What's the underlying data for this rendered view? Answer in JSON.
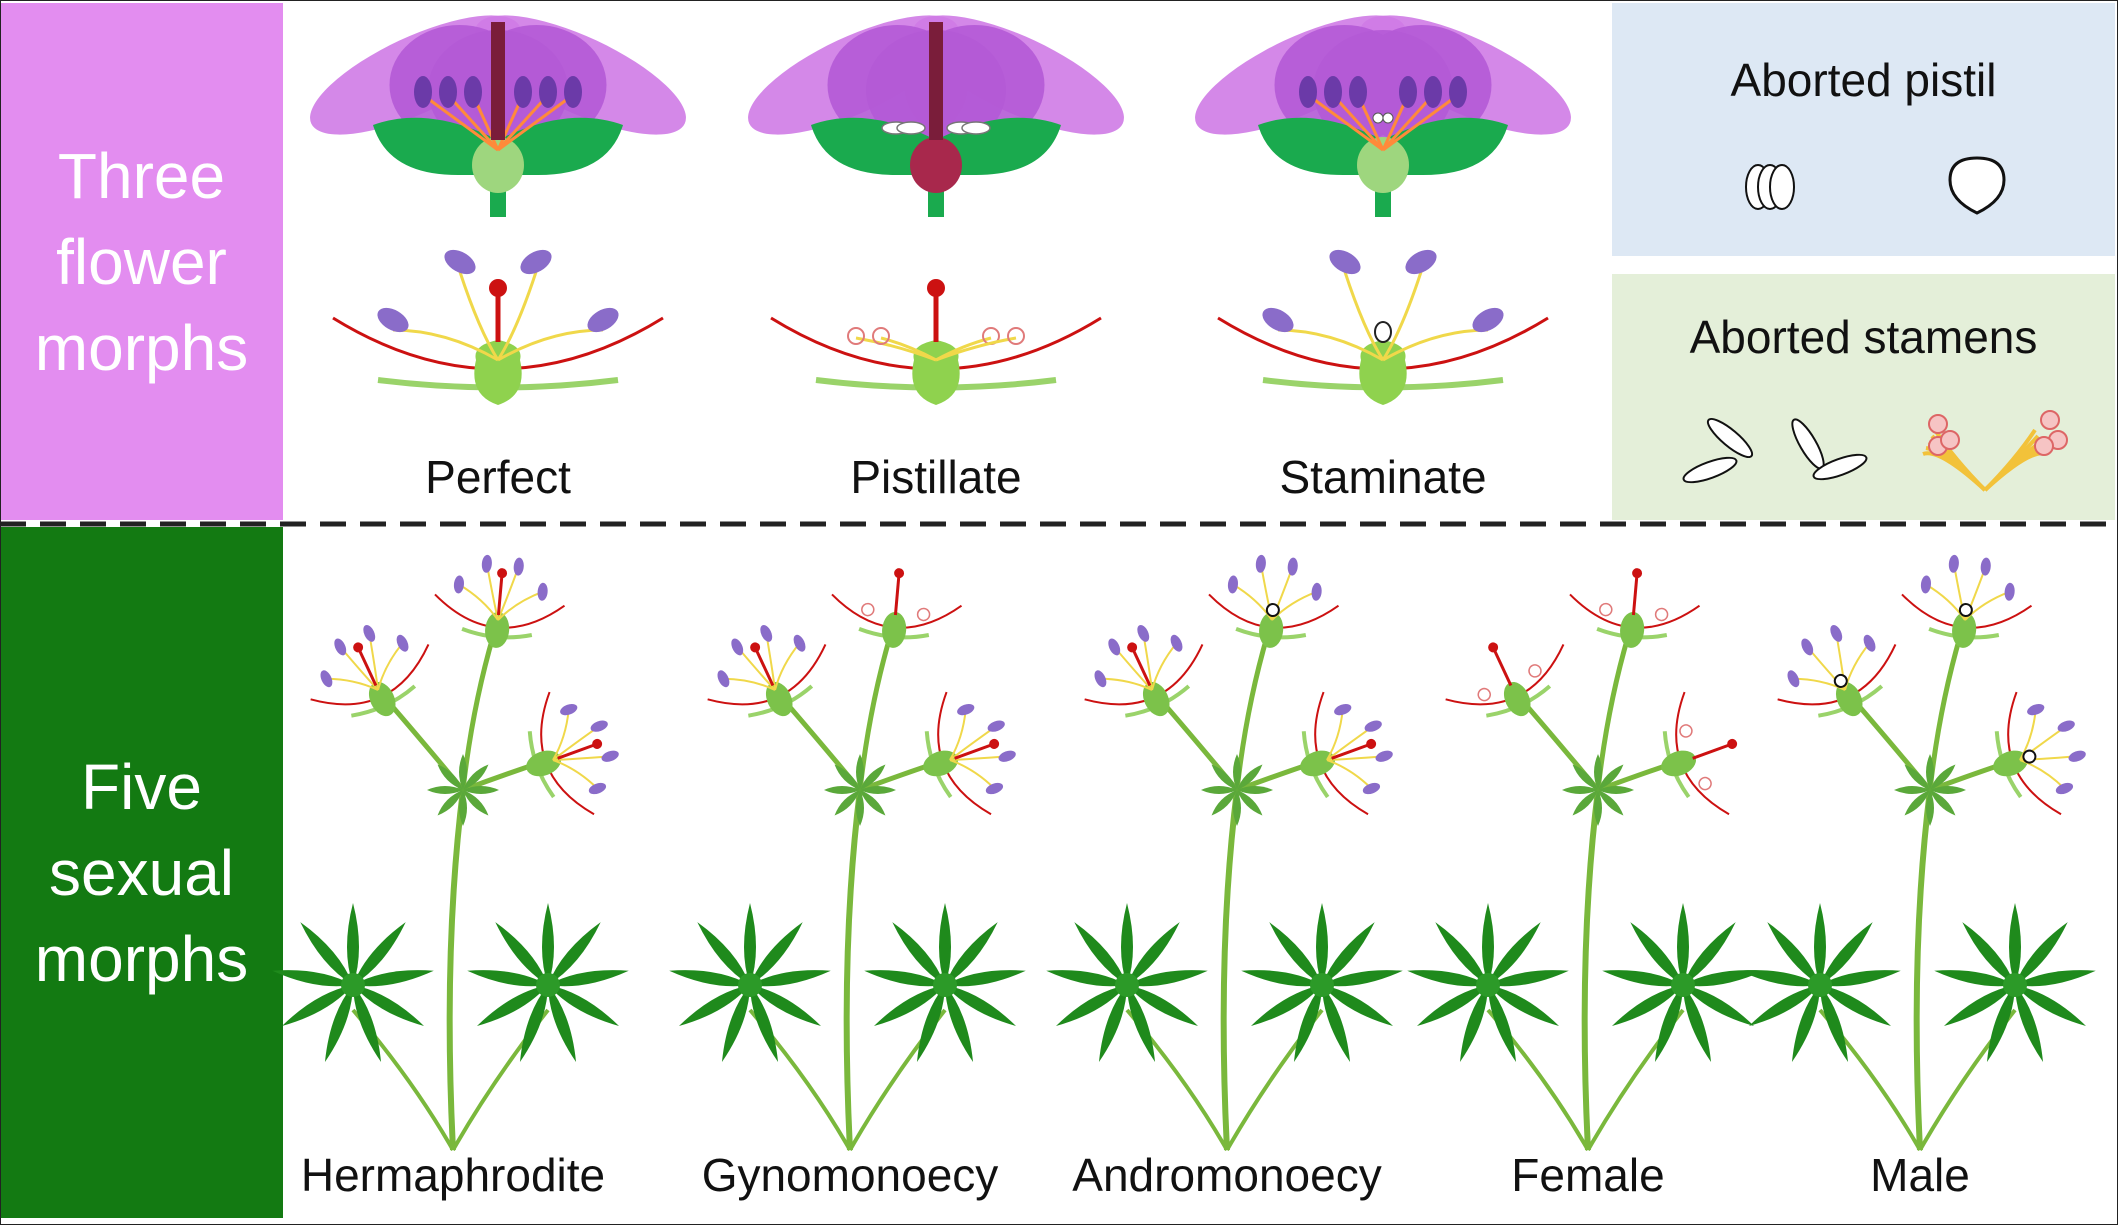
{
  "panels": {
    "top_label": "Three\nflower\nmorphs",
    "bottom_label": "Five\nsexual\nmorphs"
  },
  "flower_morphs": [
    "Perfect",
    "Pistillate",
    "Staminate"
  ],
  "aborted": {
    "pistil_title": "Aborted pistil",
    "stamens_title": "Aborted stamens"
  },
  "sexual_morphs": [
    "Hermaphrodite",
    "Gynomonoecy",
    "Andromonoecy",
    "Female",
    "Male"
  ],
  "colors": {
    "petal": "#cf7be6",
    "petal_dark": "#b45ad6",
    "sepal": "#1aaa4e",
    "ovary_light": "#9ed67e",
    "ovary_red": "#a8284c",
    "anther": "#6b3aa8",
    "filament": "#f0d84a",
    "style_red": "#cc1111",
    "stem": "#7ab83c",
    "leaf": "#1f8a1c",
    "panel_pink": "#e38df0",
    "panel_green": "#137a12"
  }
}
